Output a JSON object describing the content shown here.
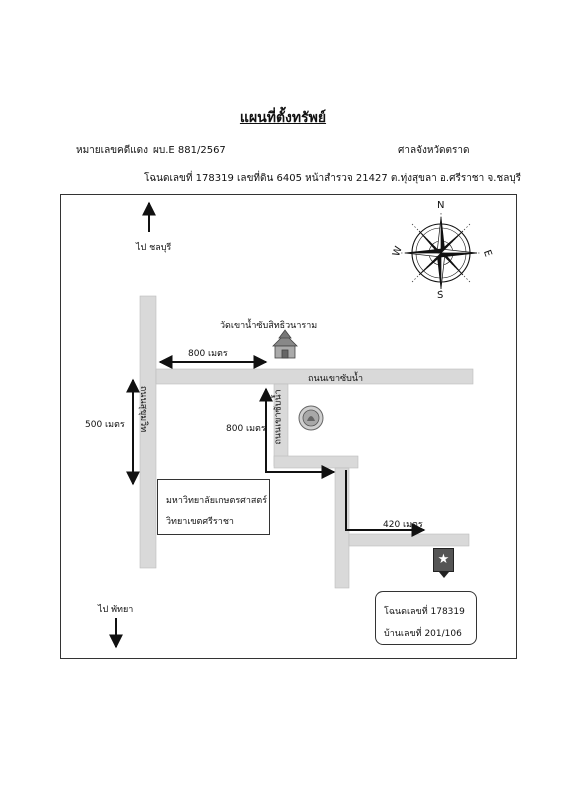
{
  "document": {
    "title": "แผนที่ตั้งทรัพย์",
    "case_label": "หมายเลขคดีแดง",
    "case_number": "ผบ.E 881/2567",
    "court": "ศาลจังหวัดตราด",
    "deed_info": "โฉนดเลขที่ 178319  เลขที่ดิน 6405  หน้าสำรวจ  21427  ต.ทุ่งสุขลา  อ.ศรีราชา  จ.ชลบุรี"
  },
  "map": {
    "to_north": "ไป ชลบุรี",
    "to_south": "ไป พัทยา",
    "temple": "วัดเขาน้ำซับสิทธิวนาราม",
    "road_main": "ถนนเขาซับน้ำ",
    "road_sukhumvit": "ถนนสุขุมวิท",
    "road_side": "ถนนเขาซับน้ำ",
    "dist_temple": "800  เมตร",
    "dist_sukhumvit": "500  เมตร",
    "dist_side": "800  เมตร",
    "dist_final": "420  เมตร",
    "university_line1": "มหาวิทยาลัยเกษตรศาสตร์",
    "university_line2": "วิทยาเขตศรีราชา",
    "property_line1": "โฉนดเลขที่ 178319",
    "property_line2": "บ้านเลขที่ 201/106",
    "compass": {
      "n": "N",
      "e": "E",
      "s": "S",
      "w": "W"
    },
    "marker_icon": "star-marker-icon",
    "road_color": "#d9d9d9",
    "line_color": "#111111"
  }
}
